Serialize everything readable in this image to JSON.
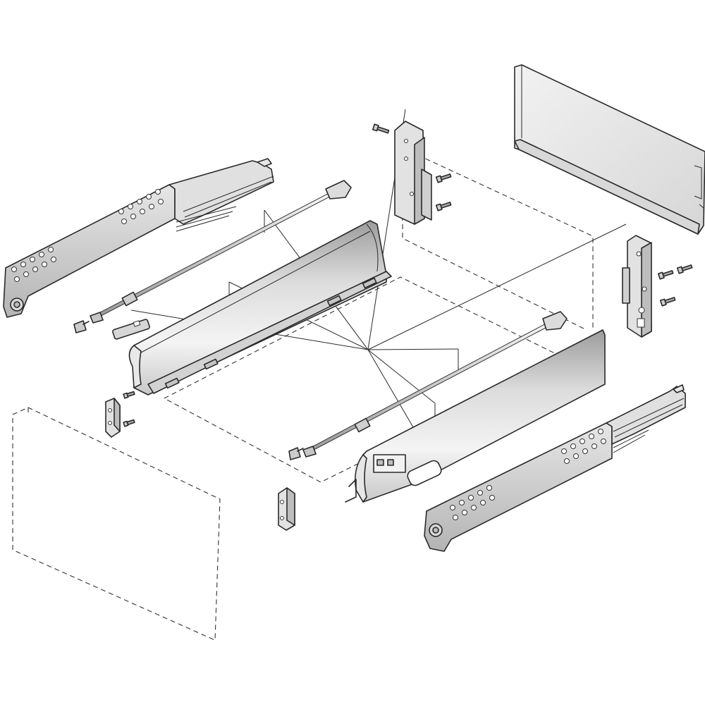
{
  "title": "",
  "colors": {
    "background": "#ffffff",
    "line": "#2a2a2a",
    "metal_light": "#eeeeee",
    "metal_mid": "#cfcfcf",
    "metal_dark": "#9a9a9a"
  },
  "parts": [
    {
      "name": "left-runner",
      "icon": "runner-rail"
    },
    {
      "name": "left-gallery-rail",
      "icon": "round-rail"
    },
    {
      "name": "left-drawer-side",
      "icon": "drawer-side-profile"
    },
    {
      "name": "left-front-fixing-bracket",
      "icon": "front-bracket"
    },
    {
      "name": "left-back-fixing-bracket",
      "icon": "back-bracket"
    },
    {
      "name": "back-panel",
      "icon": "steel-back"
    },
    {
      "name": "right-back-fixing-bracket",
      "icon": "back-bracket"
    },
    {
      "name": "right-gallery-rail",
      "icon": "round-rail"
    },
    {
      "name": "right-drawer-side",
      "icon": "drawer-side-profile"
    },
    {
      "name": "right-runner",
      "icon": "runner-rail"
    },
    {
      "name": "right-front-fixing-bracket",
      "icon": "front-bracket"
    },
    {
      "name": "drawer-front-outline",
      "icon": "dashed-panel"
    },
    {
      "name": "drawer-bottom-outline",
      "icon": "dashed-panel"
    },
    {
      "name": "cabinet-body-outline",
      "icon": "dashed-box"
    },
    {
      "name": "screws",
      "icon": "screw"
    }
  ]
}
